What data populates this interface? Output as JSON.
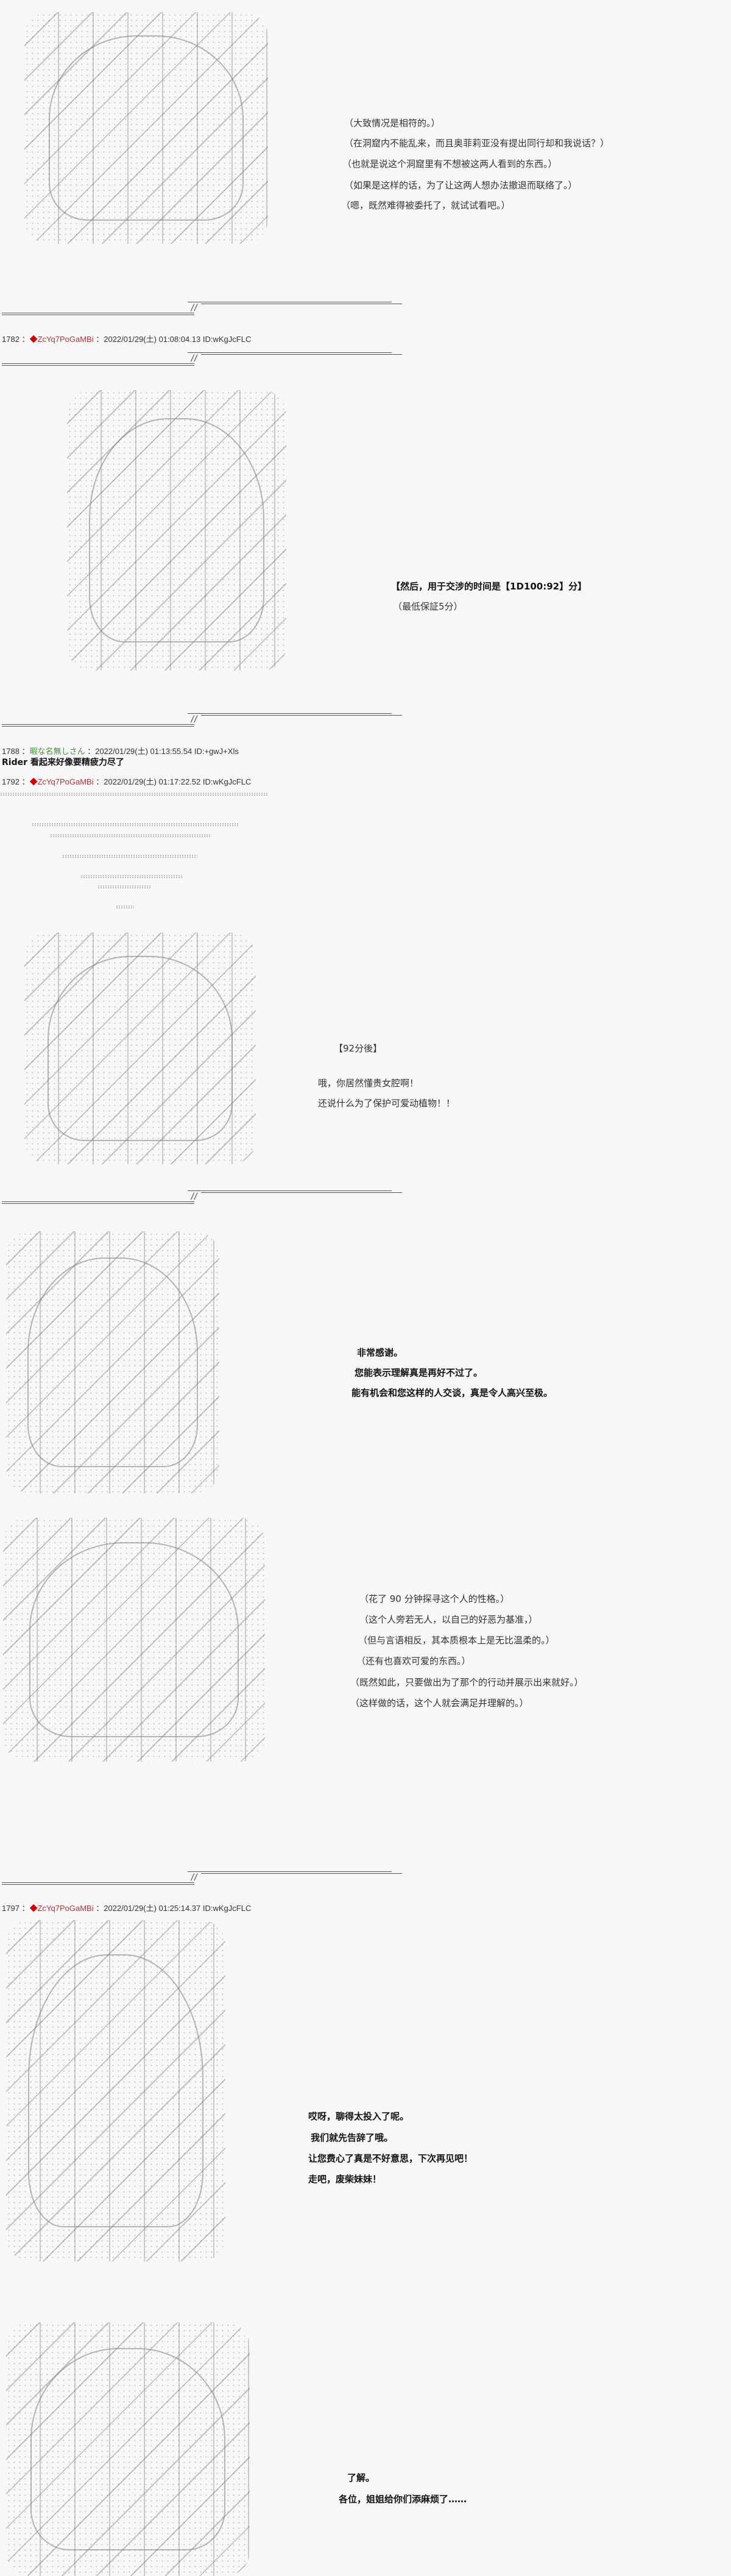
{
  "page": {
    "background": "#f7f7f9"
  },
  "colors": {
    "trip_name": "#a33a3a",
    "trip_diamond": "#d40000",
    "anon_name": "#4a8a3a"
  },
  "separator": {
    "slash": "//"
  },
  "posts": [
    {
      "number": "1782",
      "sep": "：",
      "diamond": "◆",
      "name": "ZcYq7PoGaMBi",
      "date": "2022/01/29(土) 01:08:04.13",
      "id": "ID:wKgJcFLC"
    },
    {
      "number": "1788",
      "sep": "：",
      "name": "暇な名無しさん",
      "date": "2022/01/29(土) 01:13:55.54",
      "id": "ID:+gwJ+Xls",
      "comment": "Rider 看起来好像要精疲力尽了"
    },
    {
      "number": "1792",
      "sep": "：",
      "diamond": "◆",
      "name": "ZcYq7PoGaMBi",
      "date": "2022/01/29(土) 01:17:22.52",
      "id": "ID:wKgJcFLC"
    },
    {
      "number": "1797",
      "sep": "：",
      "diamond": "◆",
      "name": "ZcYq7PoGaMBi",
      "date": "2022/01/29(土) 01:25:14.37",
      "id": "ID:wKgJcFLC"
    }
  ],
  "scenes": {
    "s1": [
      "（大致情况是相符的。）",
      "（在洞窟内不能乱来，而且奥菲莉亚没有提出同行却和我说话？）",
      "（也就是说这个洞窟里有不想被这两人看到的东西。）",
      "（如果是这样的话，为了让这两人想办法撤退而联络了。）",
      "（嗯，既然难得被委托了，就试试看吧。）"
    ],
    "s2": [
      "【然后，用于交涉的时间是【1D100:92】分】",
      "（最低保証5分）"
    ],
    "s3": [
      "【92分後】",
      "哦，你居然懂贵女腔啊！",
      "还说什么为了保护可爱动植物！！"
    ],
    "s4": [
      "非常感谢。",
      "您能表示理解真是再好不过了。",
      "能有机会和您这样的人交谈，真是令人高兴至极。"
    ],
    "s5": [
      "（花了 90 分钟探寻这个人的性格。）",
      "（这个人旁若无人，以自己的好恶为基准，）",
      "（但与言语相反，其本质根本上是无比温柔的。）",
      "（还有也喜欢可爱的东西。）",
      "（既然如此，只要做出为了那个的行动并展示出来就好。）",
      "（这样做的话，这个人就会满足并理解的。）"
    ],
    "s6": [
      "哎呀，聊得太投入了呢。",
      "我们就先告辞了哦。",
      "让您费心了真是不好意思，下次再见吧！",
      "走吧，废柴妹妹！"
    ],
    "s7": [
      "了解。",
      "各位，姐姐给你们添麻烦了……"
    ]
  },
  "art": [
    {
      "label": "ascii-art-character-1"
    },
    {
      "label": "ascii-art-character-2"
    },
    {
      "label": "ascii-art-fade-in"
    },
    {
      "label": "ascii-art-character-3"
    },
    {
      "label": "ascii-art-character-4"
    },
    {
      "label": "ascii-art-character-5"
    },
    {
      "label": "ascii-art-character-6"
    },
    {
      "label": "ascii-art-character-7"
    }
  ]
}
